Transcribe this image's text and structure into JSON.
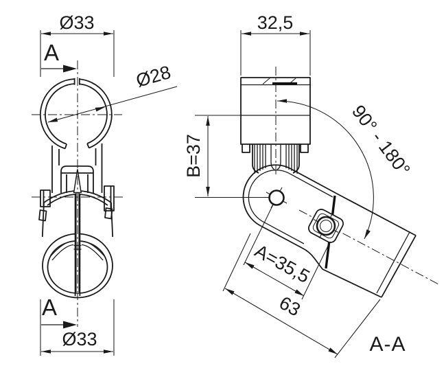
{
  "title": "Swivel pipe clamp technical drawing",
  "labels": {
    "dia33_top": "Ø33",
    "section_arrow_top": "A",
    "dia28": "Ø28",
    "width_top": "32,5",
    "height_b": "B=37",
    "angle_range": "90° - 180°",
    "length_a": "A=35,5",
    "length_total": "63",
    "section_arrow_bottom": "A",
    "dia33_bottom": "Ø33",
    "section_view": "A-A"
  },
  "colors": {
    "line": "#1a1a1a",
    "background": "#ffffff"
  }
}
